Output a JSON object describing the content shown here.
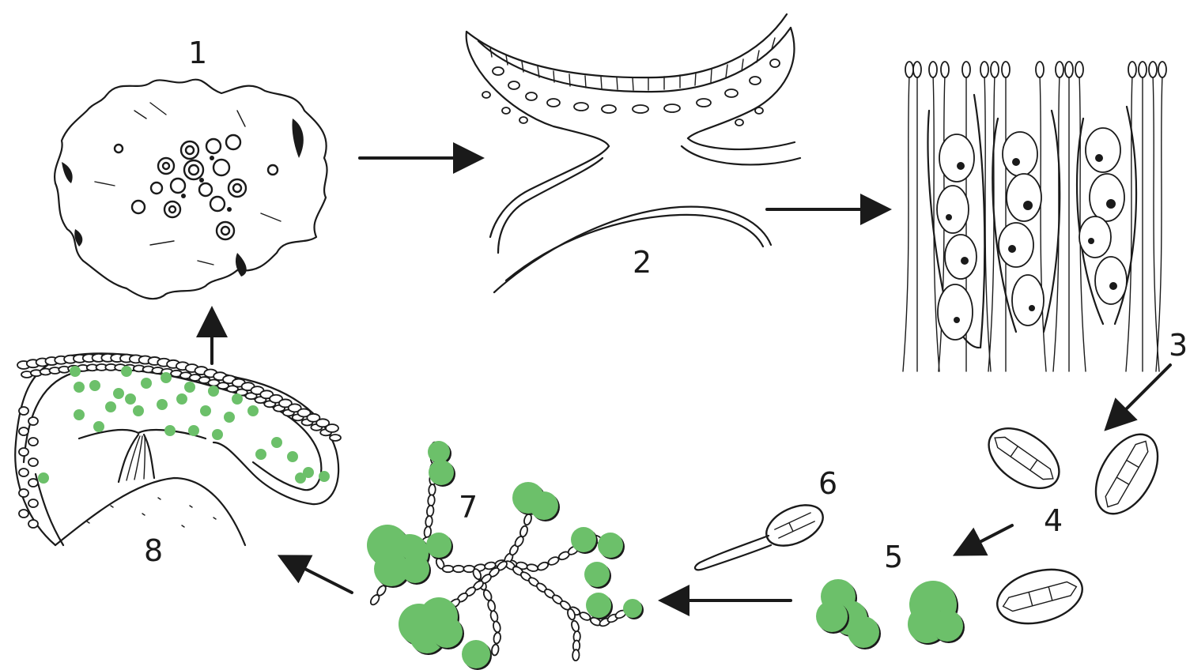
{
  "colors": {
    "ink": "#1a1a1a",
    "algae_green": "#6cc06a",
    "background": "#ffffff"
  },
  "stages": [
    {
      "number": "1"
    },
    {
      "number": "2"
    },
    {
      "number": "3"
    },
    {
      "number": "4"
    },
    {
      "number": "5"
    },
    {
      "number": "6"
    },
    {
      "number": "7"
    },
    {
      "number": "8"
    }
  ],
  "arrows": [
    {
      "from": "1",
      "to": "2"
    },
    {
      "from": "2",
      "to": "3"
    },
    {
      "from": "3",
      "to": "4"
    },
    {
      "from": "4",
      "to": "5"
    },
    {
      "from": "5",
      "to": "7"
    },
    {
      "from": "7",
      "to": "8"
    },
    {
      "from": "8",
      "to": "1"
    }
  ]
}
